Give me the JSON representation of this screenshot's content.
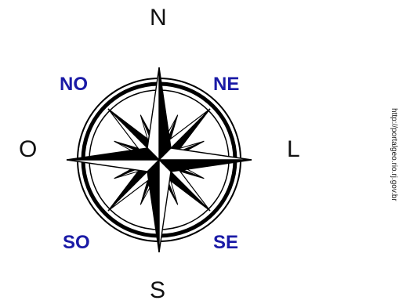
{
  "labels": {
    "north": "N",
    "south": "S",
    "east": "L",
    "west": "O",
    "northwest": "NO",
    "northeast": "NE",
    "southwest": "SO",
    "southeast": "SE"
  },
  "credit": "http://portalgeo.rio.rj.gov.br",
  "colors": {
    "intercardinal": "#1a1aa6",
    "rose": "#000000"
  }
}
